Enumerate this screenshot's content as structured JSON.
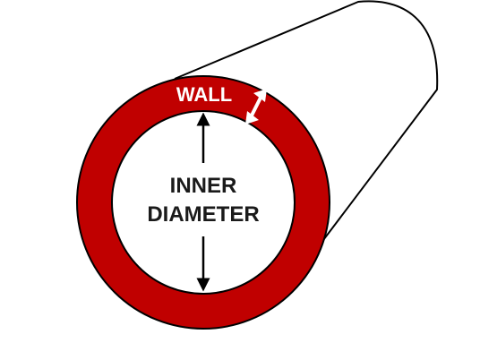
{
  "diagram": {
    "wall_label": "WALL",
    "inner_label_line1": "INNER",
    "inner_label_line2": "DIAMETER"
  },
  "colors": {
    "wall_fill": "#c00000",
    "outline": "#000000",
    "background": "#ffffff",
    "wall_label_color": "#ffffff",
    "inner_label_color": "#1a1a1a"
  },
  "icons": {
    "wall_thickness_arrow": "double-arrow-icon",
    "diameter_arrow_up": "arrow-up-icon",
    "diameter_arrow_down": "arrow-down-icon"
  }
}
